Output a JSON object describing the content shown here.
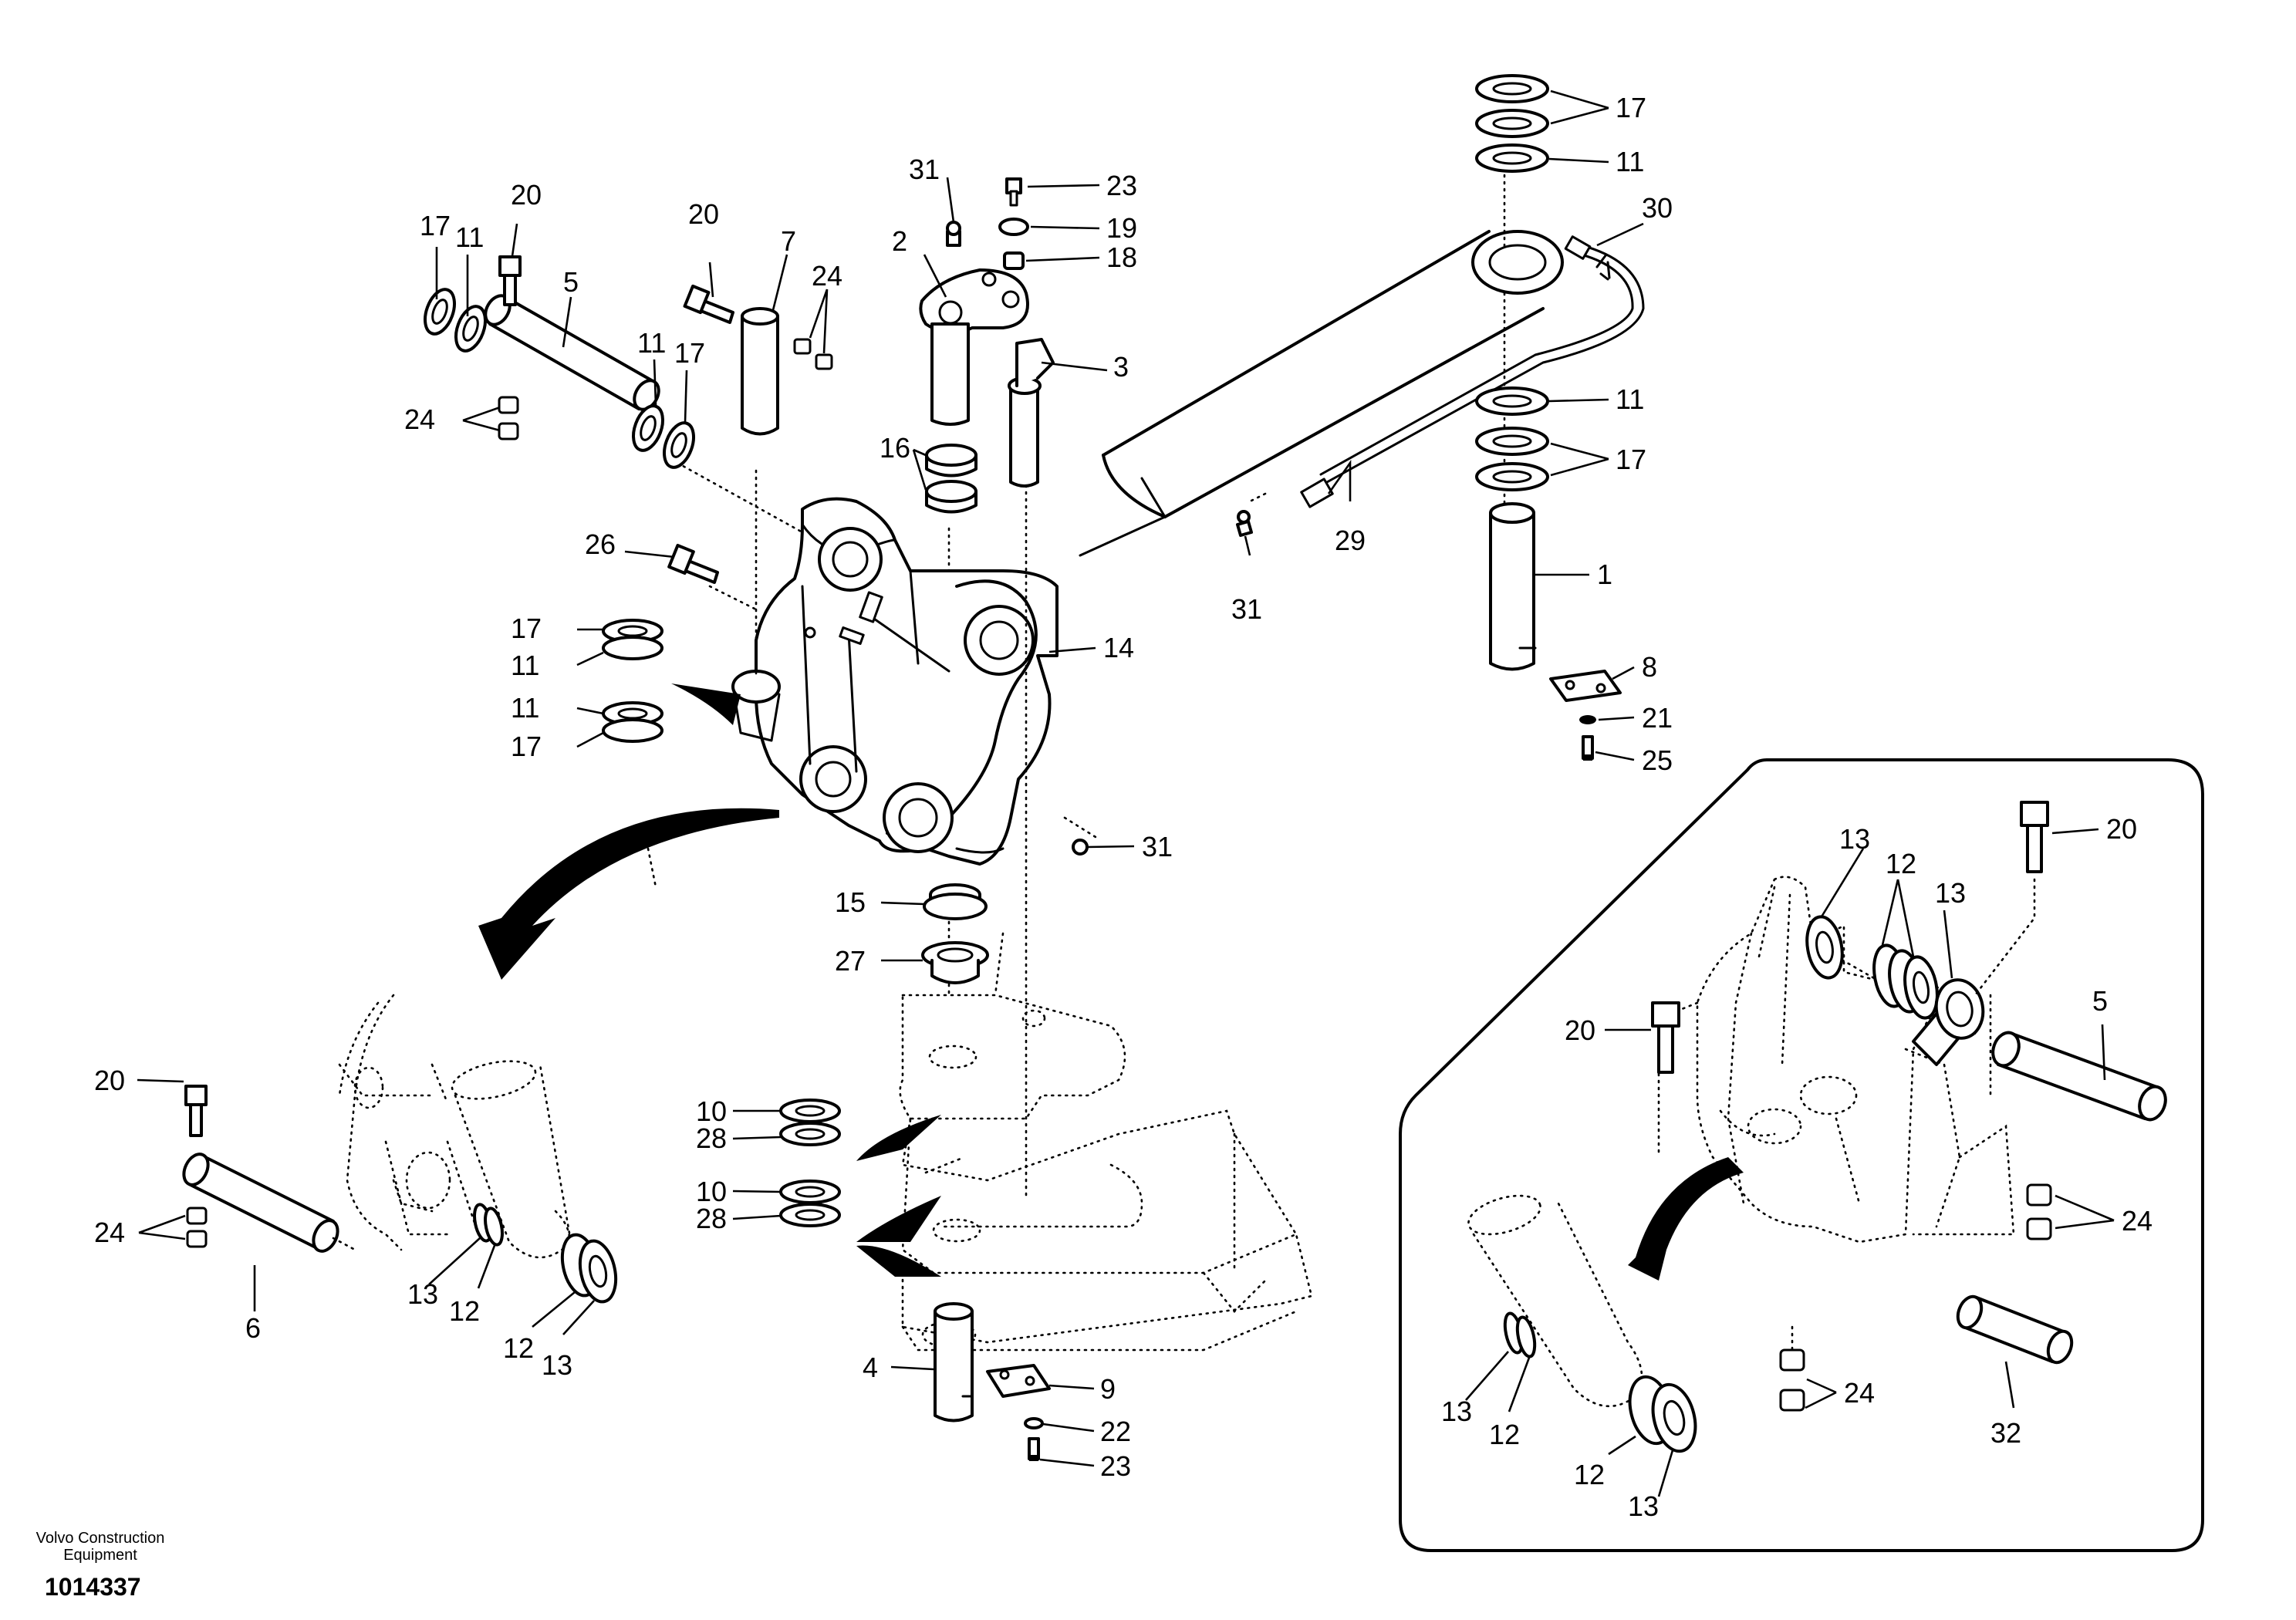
{
  "footer": {
    "company_line1": "Volvo Construction",
    "company_line2": "Equipment",
    "drawing_number": "1014337"
  },
  "labels": {
    "p1": "1",
    "p2": "2",
    "p3": "3",
    "p4": "4",
    "p5a": "5",
    "p5b": "5",
    "p6": "6",
    "p7": "7",
    "p8": "8",
    "p9": "9",
    "p10a": "10",
    "p10b": "10",
    "p11a": "11",
    "p11b": "11",
    "p11c": "11",
    "p11d": "11",
    "p11e": "11",
    "p11f": "11",
    "p12a": "12",
    "p12b": "12",
    "p12c": "12",
    "p12d": "12",
    "p12e": "12",
    "p13a": "13",
    "p13b": "13",
    "p13c": "13",
    "p13d": "13",
    "p13e": "13",
    "p13f": "13",
    "p14": "14",
    "p15": "15",
    "p16": "16",
    "p17a": "17",
    "p17b": "17",
    "p17c": "17",
    "p17d": "17",
    "p17e": "17",
    "p17f": "17",
    "p18": "18",
    "p19": "19",
    "p20a": "20",
    "p20b": "20",
    "p20c": "20",
    "p20d": "20",
    "p20e": "20",
    "p21": "21",
    "p22": "22",
    "p23a": "23",
    "p23b": "23",
    "p24a": "24",
    "p24b": "24",
    "p24c": "24",
    "p24d": "24",
    "p24e": "24",
    "p25": "25",
    "p26": "26",
    "p27": "27",
    "p28a": "28",
    "p28b": "28",
    "p29": "29",
    "p30": "30",
    "p31a": "31",
    "p31b": "31",
    "p31c": "31",
    "p32": "32"
  }
}
